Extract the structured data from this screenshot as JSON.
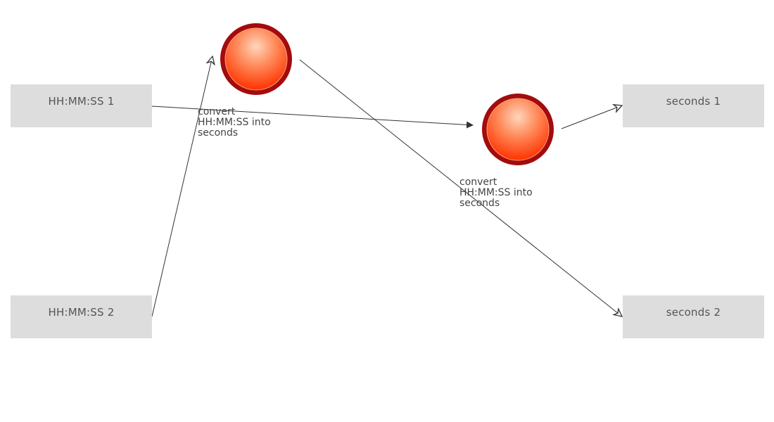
{
  "inputs": [
    {
      "label": "HH:MM:SS 1"
    },
    {
      "label": "HH:MM:SS 2"
    }
  ],
  "outputs": [
    {
      "label": "seconds 1"
    },
    {
      "label": "seconds 2"
    }
  ],
  "processes": [
    {
      "label_lines": [
        "convert",
        "HH:MM:SS into",
        "seconds"
      ]
    },
    {
      "label_lines": [
        "convert",
        "HH:MM:SS into",
        "seconds"
      ]
    }
  ],
  "colors": {
    "box_fill": "#dddddd",
    "node_ring": "#a30c0c",
    "node_fill_top": "#ffd3b8",
    "node_fill_bottom": "#ff4400",
    "edge": "#333333"
  }
}
